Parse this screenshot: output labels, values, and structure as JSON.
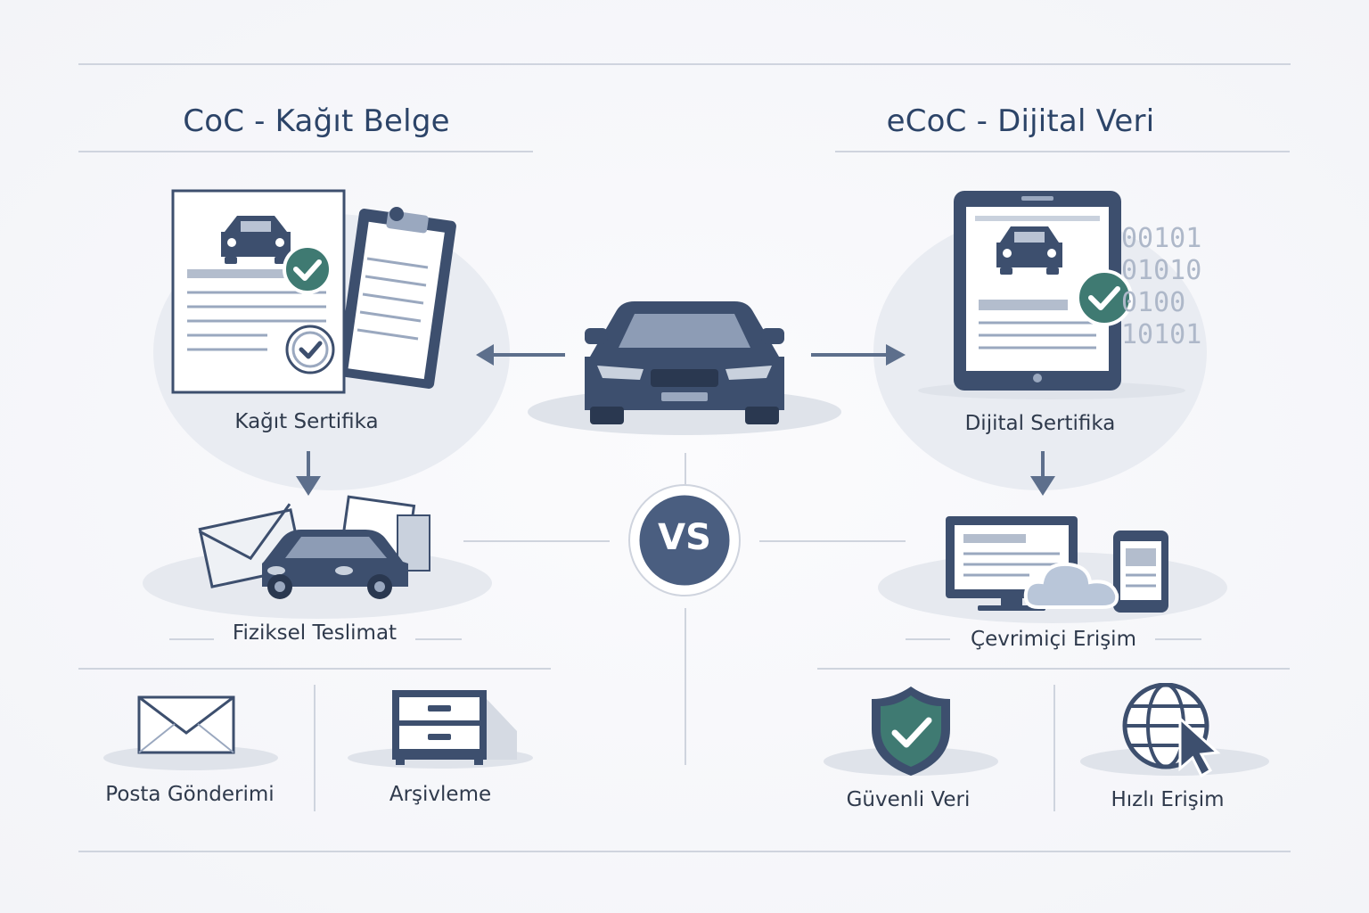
{
  "left": {
    "title": "CoC - Kağıt Belge",
    "main_label": "Kağıt Sertifika",
    "delivery_label": "Fiziksel Teslimat",
    "features": [
      "Posta Gönderimi",
      "Arşivleme"
    ]
  },
  "right": {
    "title": "eCoC - Dijital Veri",
    "main_label": "Dijital Sertifika",
    "access_label": "Çevrimiçi Erişim",
    "features": [
      "Güvenli Veri",
      "Hızlı Erişim"
    ],
    "binary": [
      "00101",
      "01010",
      "0100",
      "10101"
    ]
  },
  "center": {
    "vs": "VS"
  },
  "colors": {
    "navy": "#3d4f6e",
    "teal": "#3f7a72",
    "line": "#cfd4de",
    "steel": "#9aa8bf"
  },
  "icons": [
    "car-icon",
    "paper-certificate-icon",
    "clipboard-icon",
    "check-badge-icon",
    "envelope-icon",
    "car-delivery-icon",
    "archive-cabinet-icon",
    "tablet-icon",
    "binary-data-icon",
    "monitor-icon",
    "cloud-icon",
    "phone-icon",
    "shield-check-icon",
    "globe-cursor-icon"
  ]
}
